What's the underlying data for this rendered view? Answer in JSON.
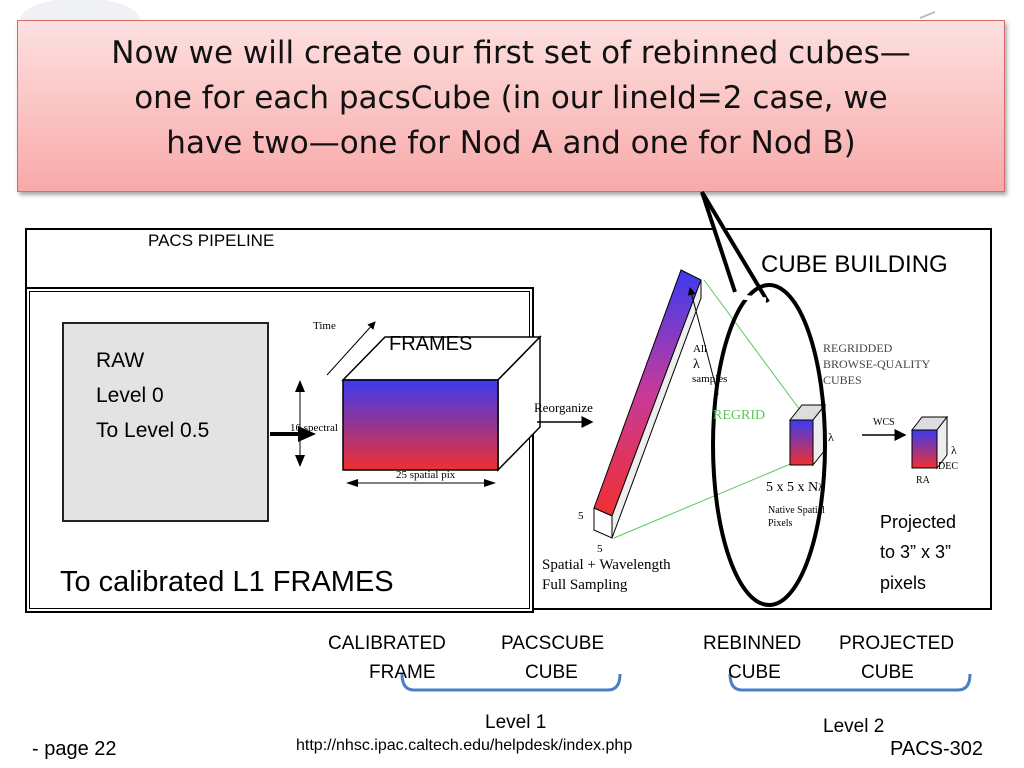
{
  "callout": {
    "lines": [
      "Now we will create our first set of rebinned cubes—",
      "one for each pacsCube (in our lineId=2 case, we",
      "have two—one for Nod A and one for Nod B)"
    ]
  },
  "diagram": {
    "pacs_pipeline": "PACS PIPELINE",
    "cube_building": "CUBE BUILDING",
    "raw_lines": [
      "RAW",
      "Level 0",
      "To Level 0.5"
    ],
    "frames": "FRAMES",
    "time": "Time",
    "spectral": "16 spectral",
    "spatial_pix": "25 spatial pix",
    "reorganize": "Reorganize",
    "all_samples": [
      "All",
      "λ",
      "samples"
    ],
    "five_a": "5",
    "five_b": "5",
    "spatial_wavelength": [
      "Spatial + Wavelength",
      "Full Sampling"
    ],
    "regrid": "REGRID",
    "regridded": [
      "REGRIDDED",
      "BROWSE-QUALITY",
      "CUBES"
    ],
    "lambda_a": "λ",
    "five_by_five": "5 x 5 x N",
    "lambda_sub": "λ",
    "native_spatial": [
      "Native Spatial",
      "Pixels"
    ],
    "wcs": "WCS",
    "lambda_b": "λ",
    "dec": "DEC",
    "ra": "RA",
    "projected": [
      "Projected",
      "to 3” x 3”",
      "pixels"
    ],
    "calibrated_l1": "To calibrated  L1 FRAMES"
  },
  "labels": {
    "calibrated_frame": [
      "CALIBRATED",
      "FRAME"
    ],
    "pacscube": [
      "PACSCUBE",
      "CUBE"
    ],
    "rebinned": [
      "REBINNED",
      "CUBE"
    ],
    "projected_cube": [
      "PROJECTED",
      "CUBE"
    ],
    "level1": "Level 1",
    "level2": "Level 2"
  },
  "footer": {
    "page": "- page 22",
    "url": "http://nhsc.ipac.caltech.edu/helpdesk/index.php",
    "course": "PACS-302"
  },
  "colors": {
    "callout_top": "#fde0e0",
    "callout_bottom": "#f8a9a9",
    "gradient_blue": "#3b3bf0",
    "gradient_red": "#f03030",
    "regrid_green": "#5cc85c",
    "bracket_blue": "#4a7fc8"
  }
}
